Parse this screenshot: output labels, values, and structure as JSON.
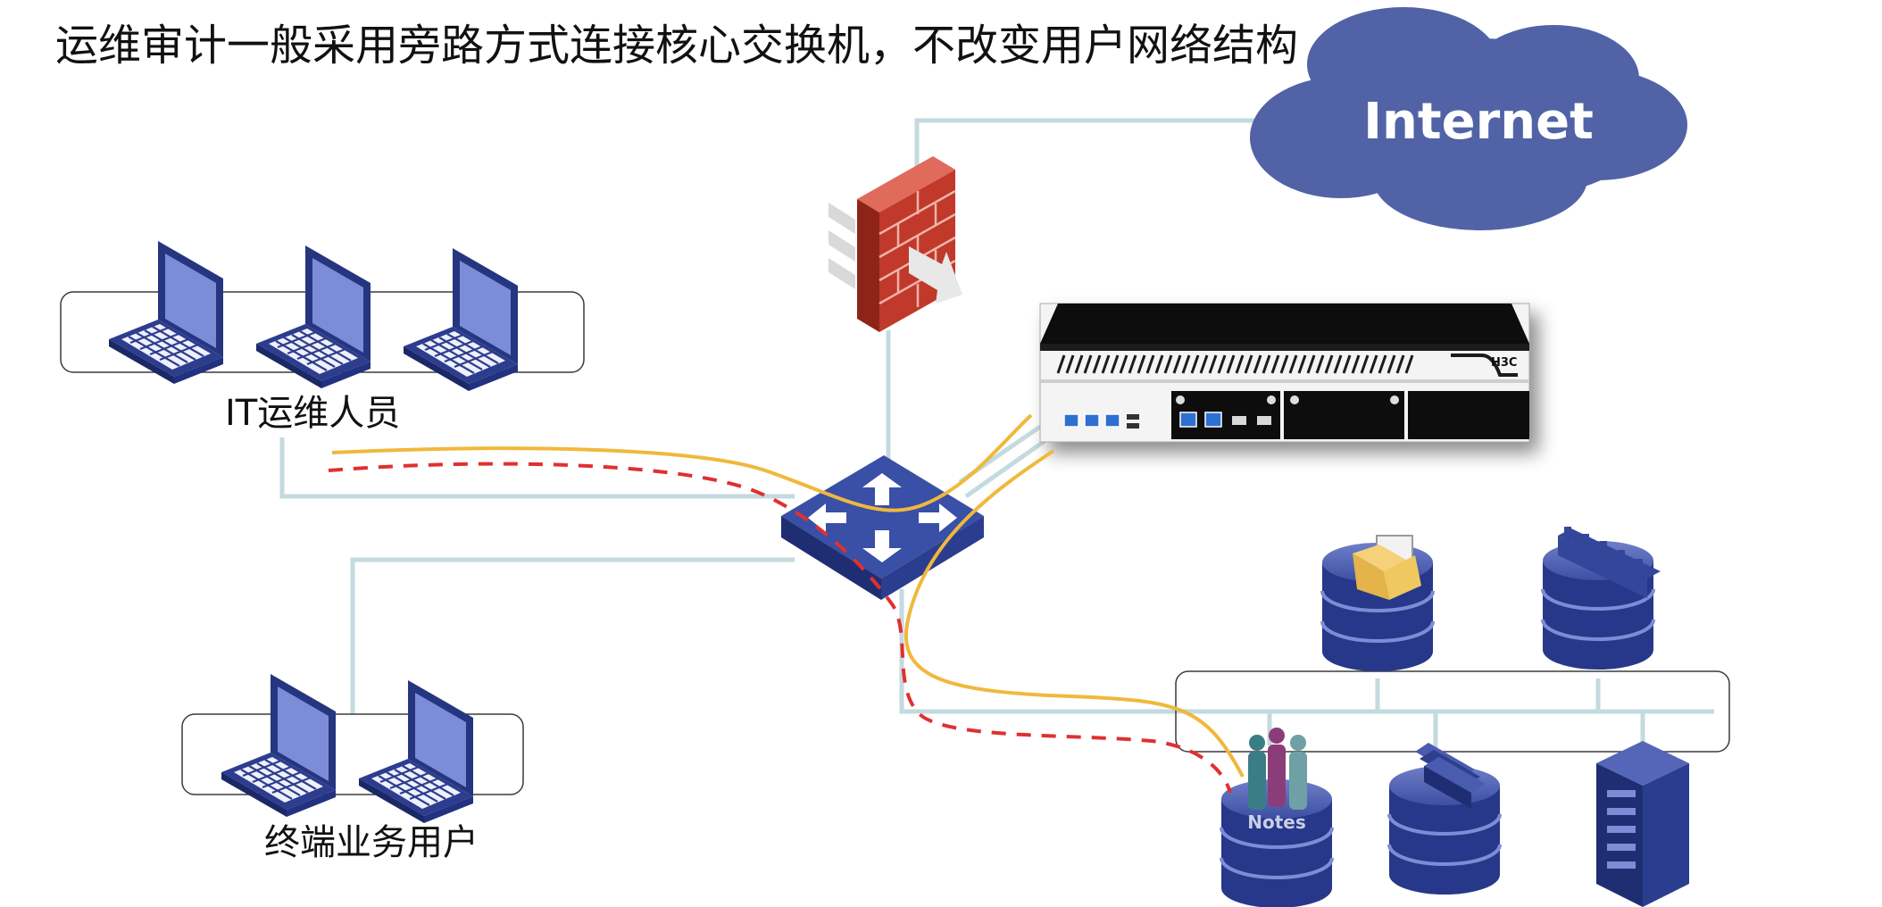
{
  "title": "运维审计一般采用旁路方式连接核心交换机，不改变用户网络结构",
  "cloud": {
    "label": "Internet"
  },
  "groups": {
    "it_ops": {
      "label": "IT运维人员"
    },
    "terminal_users": {
      "label": "终端业务用户"
    }
  },
  "device": {
    "brand": "H3C"
  },
  "servers": {
    "notes_label": "Notes"
  },
  "colors": {
    "link": "#c3dadf",
    "device_blue": "#2b3d8f",
    "device_blue_light": "#6e7dc6",
    "cloud": "#5163a6",
    "firewall": "#c0392b",
    "ops_path": "#f0b83c",
    "user_path": "#e03030"
  }
}
